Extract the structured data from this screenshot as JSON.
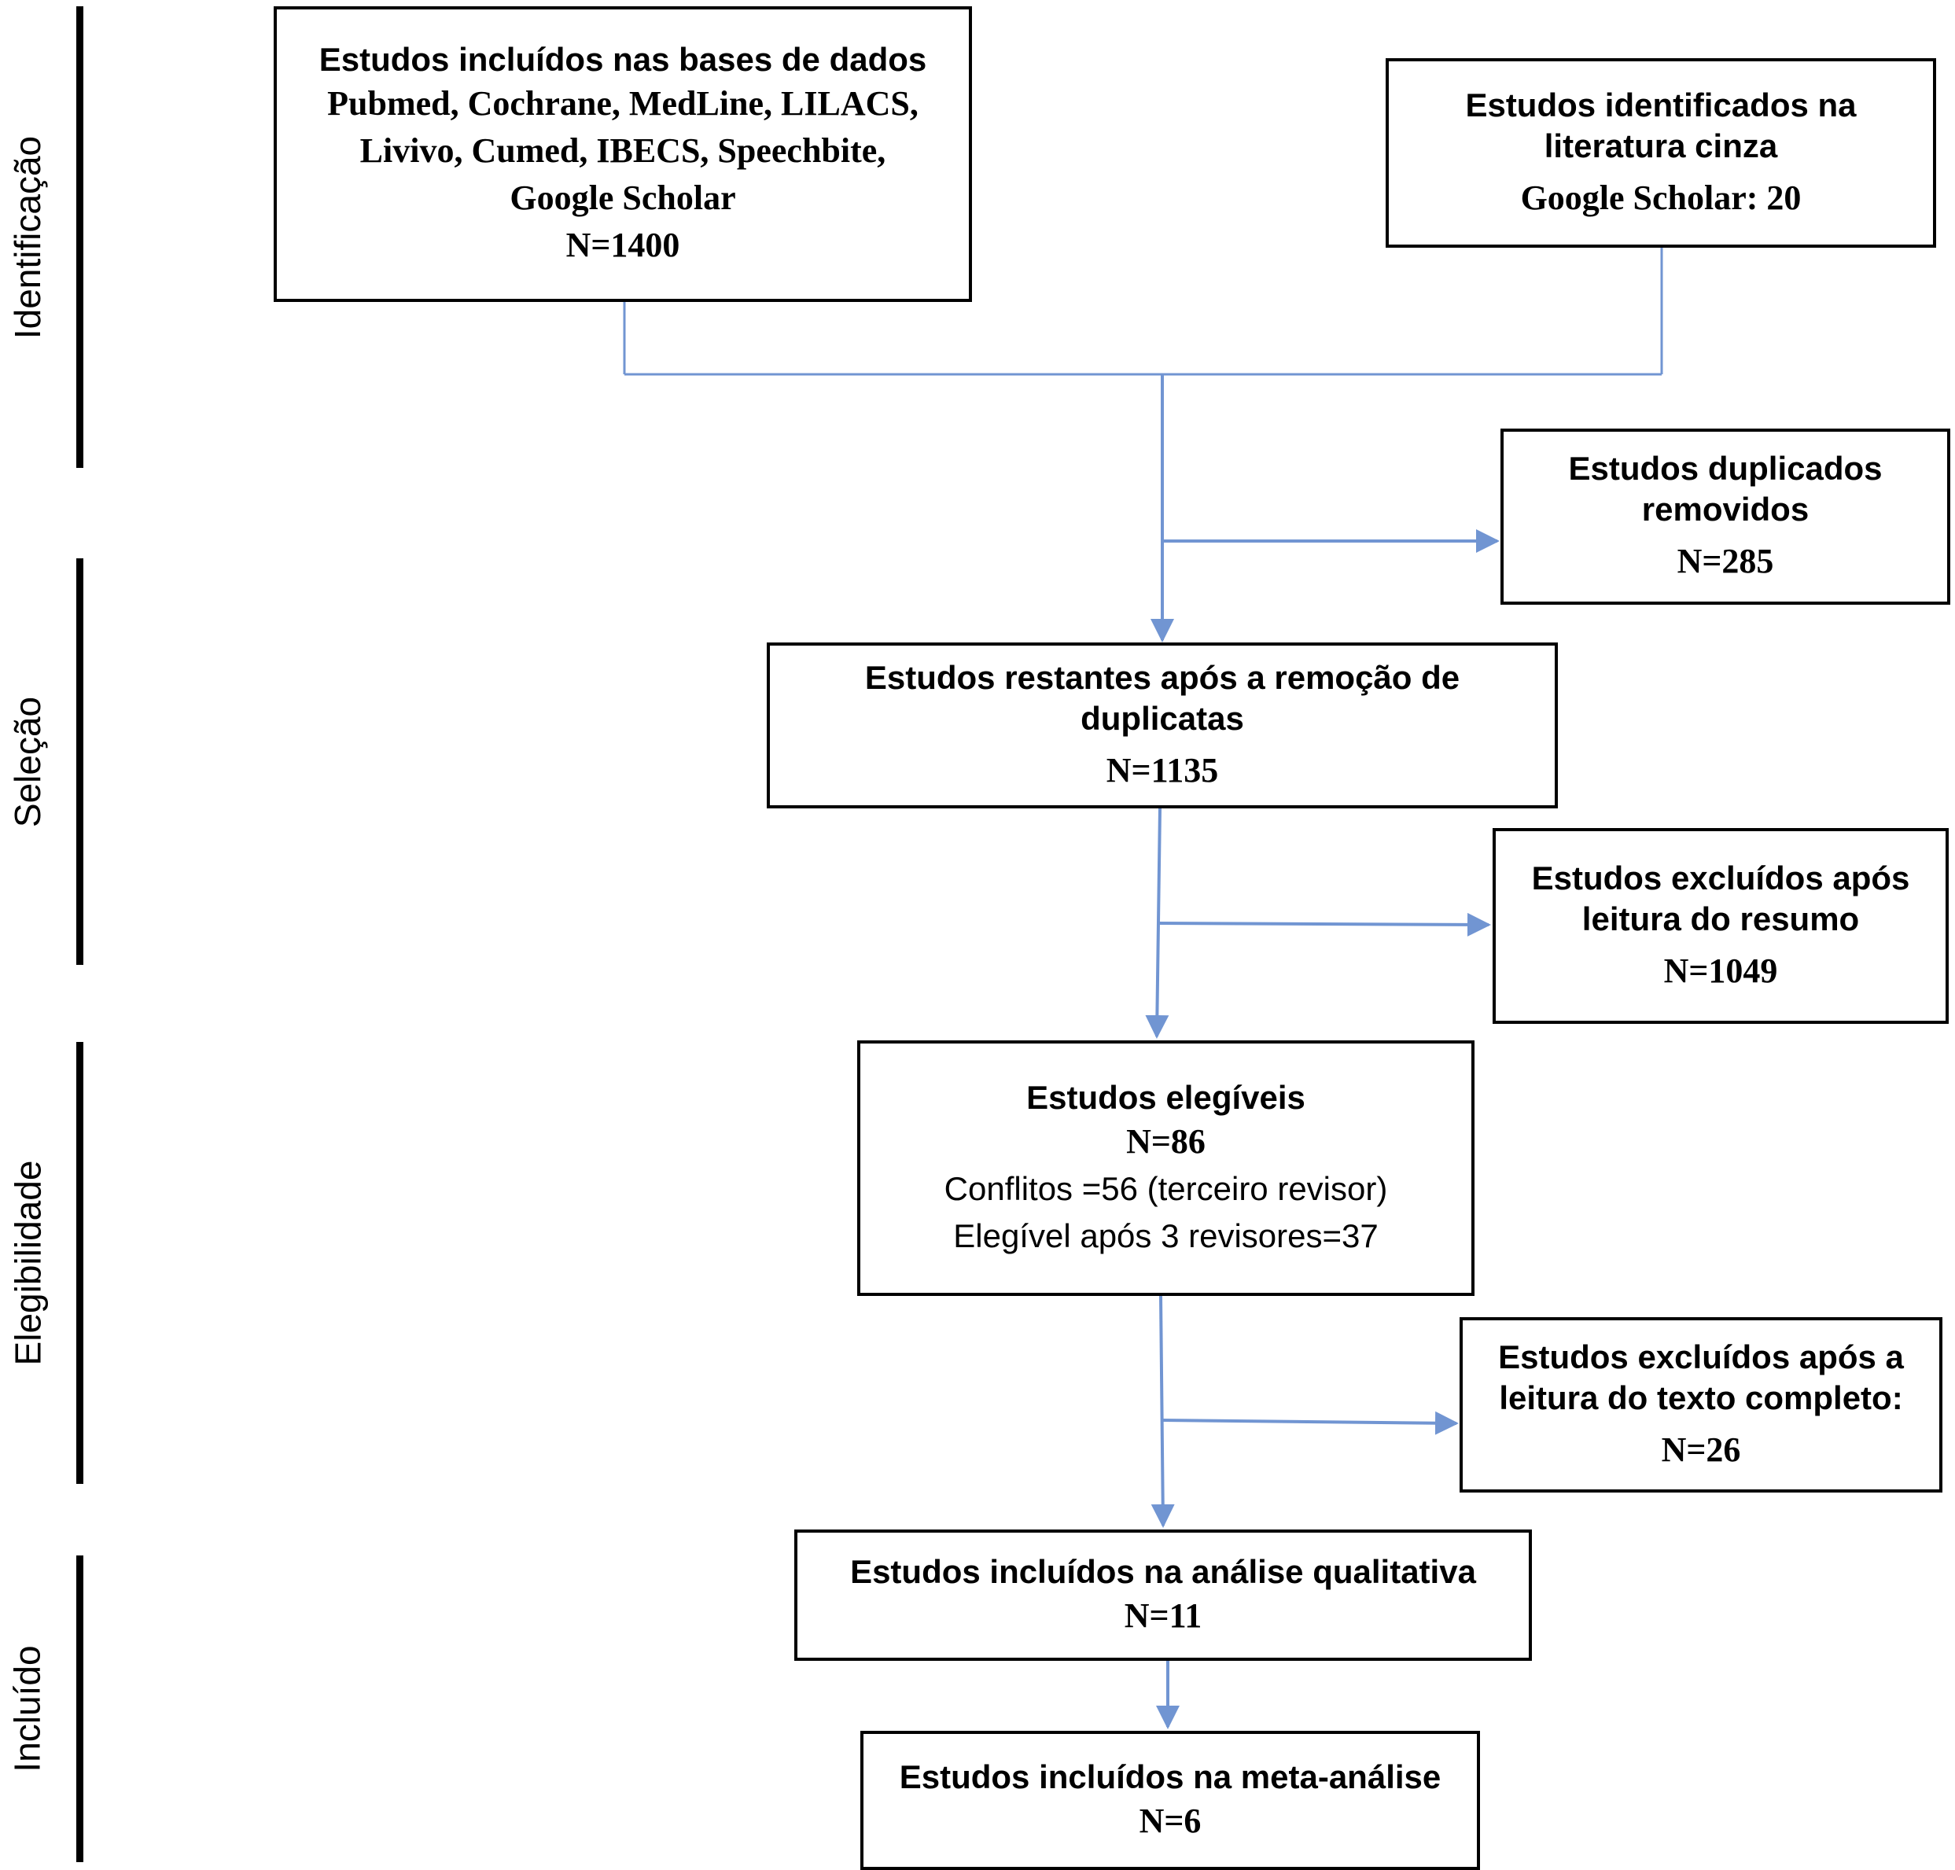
{
  "phases": [
    {
      "id": "identificacao",
      "label": "Identificação"
    },
    {
      "id": "selecao",
      "label": "Seleção"
    },
    {
      "id": "elegibilidade",
      "label": "Elegibilidade"
    },
    {
      "id": "incluido",
      "label": "Incluído"
    }
  ],
  "boxes": {
    "databases": {
      "title": "Estudos incluídos nas bases de dados",
      "sources_line1": "Pubmed, Cochrane, MedLine, LILACS,",
      "sources_line2": "Livivo, Cumed, IBECS, Speechbite,",
      "sources_line3": "Google Scholar",
      "count": "N=1400"
    },
    "grey_literature": {
      "title_line1": "Estudos identificados na",
      "title_line2": "literatura cinza",
      "count": "Google Scholar: 20"
    },
    "duplicates_removed": {
      "title_line1": "Estudos duplicados",
      "title_line2": "removidos",
      "count": "N=285"
    },
    "after_dedup": {
      "title_line1": "Estudos restantes após a remoção de",
      "title_line2": "duplicatas",
      "count": "N=1135"
    },
    "excluded_abstract": {
      "title_line1": "Estudos excluídos após",
      "title_line2": "leitura do resumo",
      "count": "N=1049"
    },
    "eligible": {
      "title": "Estudos elegíveis",
      "count": "N=86",
      "conflicts": "Conflitos =56 (terceiro revisor)",
      "after_three": "Elegível após 3 revisores=37"
    },
    "excluded_fulltext": {
      "title_line1": "Estudos excluídos após a",
      "title_line2": "leitura do texto completo:",
      "count": "N=26"
    },
    "qualitative": {
      "title": "Estudos incluídos na análise qualitativa",
      "count": "N=11"
    },
    "meta_analysis": {
      "title": "Estudos incluídos na meta-análise",
      "count": "N=6"
    }
  },
  "colors": {
    "connector": "#7195d2",
    "border": "#000000"
  }
}
